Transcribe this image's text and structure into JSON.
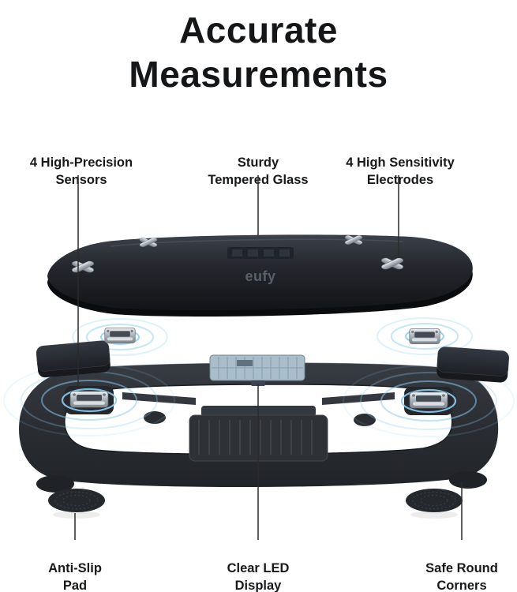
{
  "title": {
    "text": "Accurate\nMeasurements"
  },
  "callouts": {
    "top": [
      {
        "label": "4 High-Precision\nSensors"
      },
      {
        "label": "Sturdy\nTempered Glass"
      },
      {
        "label": "4 High Sensitivity\nElectrodes"
      }
    ],
    "bottom": [
      {
        "label": "Anti-Slip\nPad"
      },
      {
        "label": "Clear LED\nDisplay"
      },
      {
        "label": "Safe Round\nCorners"
      }
    ]
  },
  "product": {
    "brand": "eufy"
  },
  "colors": {
    "text": "#17191b",
    "leader_line": "#2b2b2b",
    "glass_dark": "#1d2025",
    "base_dark": "#2c2f34",
    "ripple_blue": "#8ccbf0",
    "metal": "#c3c9d0",
    "background": "#ffffff"
  }
}
